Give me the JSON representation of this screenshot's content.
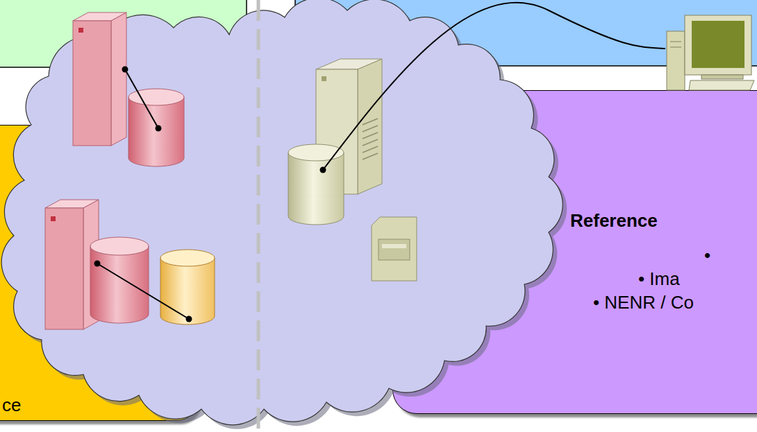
{
  "diagram": {
    "nodes": [
      {
        "text": [
          "ce"
        ]
      },
      {
        "text": [
          "Reference",
          "•",
          "• Ima",
          "• NENR / Co"
        ]
      }
    ]
  }
}
